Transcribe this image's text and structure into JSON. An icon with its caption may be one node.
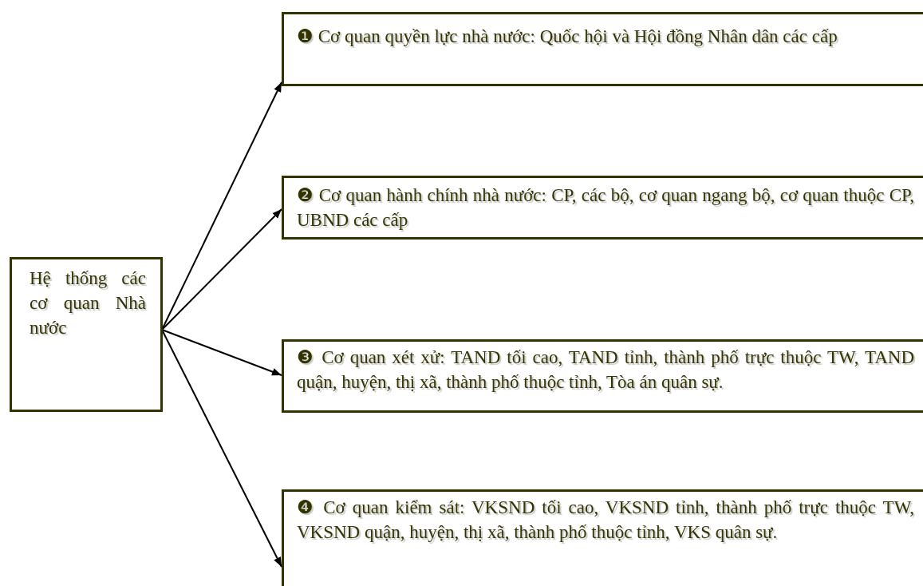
{
  "diagram": {
    "nodes": [
      {
        "text": [
          "Hệ thống các cơ quan Nhà nước"
        ]
      },
      {
        "text": [
          "❶ Cơ quan quyền lực nhà nước: Quốc hội và Hội đồng Nhân dân các cấp"
        ]
      },
      {
        "text": [
          "❷ Cơ quan hành chính nhà nước: CP, các bộ, cơ quan ngang bộ, cơ quan thuộc CP, UBND các cấp"
        ]
      },
      {
        "text": [
          "❸ Cơ quan xét xử: TAND tối cao, TAND tỉnh, thành phố trực thuộc TW, TAND quận, huyện, thị xã, thành phố thuộc tỉnh, Tòa án quân sự."
        ]
      },
      {
        "text": [
          "❹ Cơ quan kiểm sát: VKSND tối cao, VKSND tỉnh, thành phố trực thuộc TW, VKSND quận, huyện, thị xã, thành phố thuộc tỉnh, VKS quân sự."
        ]
      }
    ],
    "edges": [
      {
        "from": 0,
        "to": 1,
        "arrow": "to"
      },
      {
        "from": 0,
        "to": 2,
        "arrow": "to"
      },
      {
        "from": 0,
        "to": 3,
        "arrow": "to"
      },
      {
        "from": 0,
        "to": 4,
        "arrow": "to"
      }
    ]
  }
}
